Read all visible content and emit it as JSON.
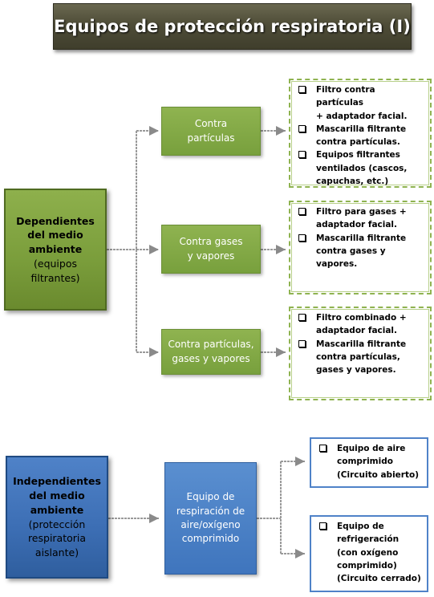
{
  "title": "Equipos de protección respiratoria (I)",
  "dependent": {
    "line1": "Dependientes",
    "line2": "del medio",
    "line3": "ambiente",
    "line4": "(equipos",
    "line5": "filtrantes)"
  },
  "independent": {
    "line1": "Independientes",
    "line2": "del medio",
    "line3": "ambiente",
    "line4": "(protección",
    "line5": "respiratoria",
    "line6": "aislante)"
  },
  "sub_particles": {
    "line1": "Contra",
    "line2": "partículas"
  },
  "sub_gases": {
    "line1": "Contra gases",
    "line2": "y vapores"
  },
  "sub_combined": {
    "line1": "Contra partículas,",
    "line2": "gases y vapores"
  },
  "sub_compressed": {
    "line1": "Equipo de",
    "line2": "respiración de",
    "line3": "aire/oxígeno",
    "line4": "comprimido"
  },
  "detail_particles": [
    [
      "Filtro contra partículas",
      "+ adaptador facial."
    ],
    [
      "Mascarilla filtrante",
      "contra partículas."
    ],
    [
      "Equipos filtrantes",
      "ventilados (cascos,",
      "capuchas, etc.)"
    ]
  ],
  "detail_gases": [
    [
      "Filtro para gases +",
      "adaptador facial."
    ],
    [
      "Mascarilla filtrante",
      "contra gases y",
      "vapores."
    ]
  ],
  "detail_combined": [
    [
      "Filtro combinado +",
      "adaptador facial."
    ],
    [
      "Mascarilla filtrante",
      "contra partículas,",
      "gases y vapores."
    ]
  ],
  "detail_air": [
    [
      "Equipo de aire",
      "comprimido",
      "(Circuito abierto)"
    ]
  ],
  "detail_refrig": [
    [
      "Equipo de",
      "refrigeración",
      "(con oxígeno",
      "comprimido)",
      "(Circuito cerrado)"
    ]
  ],
  "colors": {
    "green": "#7a9d3b",
    "blue": "#3c6eb4",
    "title_bg": "#4f4d38"
  }
}
